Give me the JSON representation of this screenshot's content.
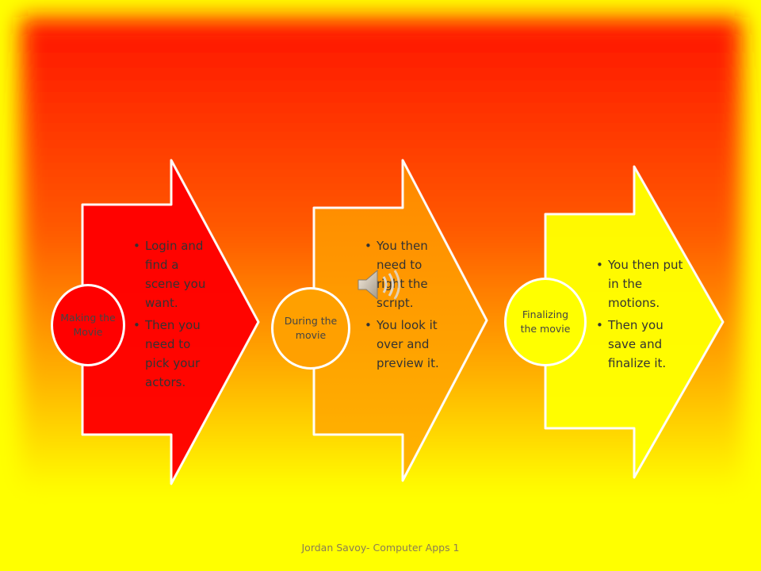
{
  "colors": {
    "background_edge": "#ffff00",
    "background_center": "#ff1a00",
    "step1": "#ff0000",
    "step2": "#ffa200",
    "step3": "#ffff00",
    "border": "#ffffff"
  },
  "steps": [
    {
      "label": "Making the Movie",
      "bullets": [
        "Login and find a scene you want.",
        "Then you need to pick your actors."
      ]
    },
    {
      "label": "During the movie",
      "bullets": [
        "You then need to right the script.",
        "You look it over and preview it."
      ]
    },
    {
      "label": "Finalizing the movie",
      "bullets": [
        "You then put in the motions.",
        "Then you save and finalize it."
      ]
    }
  ],
  "media": {
    "icon": "speaker-icon"
  },
  "footer": "Jordan Savoy- Computer Apps 1"
}
